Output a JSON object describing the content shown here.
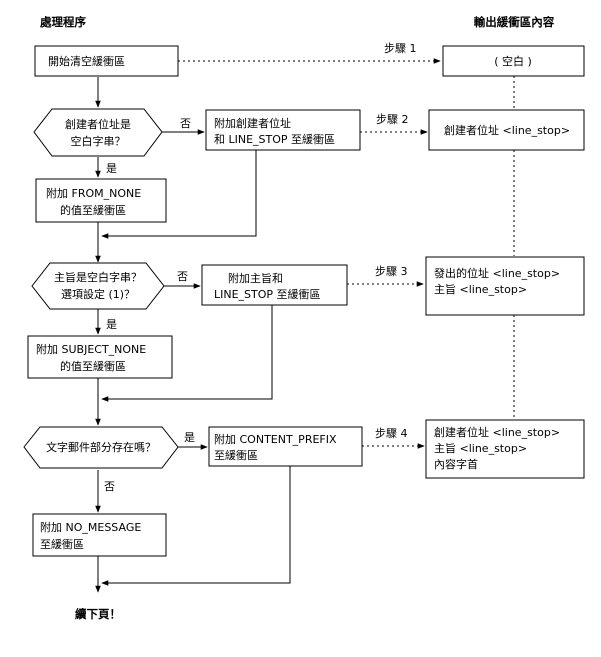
{
  "headers": {
    "procedure": "處理程序",
    "output": "輸出緩衝區內容",
    "continue": "續下頁！"
  },
  "steps": {
    "s1": "開始清空緩衝區",
    "d1": [
      "創建者位址是",
      "空白字串？"
    ],
    "d1_no_action": [
      "附加創建者位址",
      "和 LINE_STOP 至緩衝區"
    ],
    "d1_yes_action": [
      "附加 FROM_NONE",
      "的值至緩衝區"
    ],
    "d2": [
      "主旨是空白字串？",
      "選項設定 (1)？"
    ],
    "d2_no_action": [
      "附加主旨和",
      "LINE_STOP 至緩衝區"
    ],
    "d2_yes_action": [
      "附加 SUBJECT_NONE",
      "的值至緩衝區"
    ],
    "d3": [
      "文字郵件部分存在嗎？"
    ],
    "d3_yes_action": [
      "附加 CONTENT_PREFIX",
      "至緩衝區"
    ],
    "d3_no_action": [
      "附加 NO_MESSAGE",
      "至緩衝區"
    ]
  },
  "labels": {
    "yes": "是",
    "no": "否",
    "step1": "步驟 1",
    "step2": "步驟 2",
    "step3": "步驟 3",
    "step4": "步驟 4"
  },
  "buffer": {
    "b1": [
      "( 空白 )"
    ],
    "b2": [
      "創建者位址 <line_stop>"
    ],
    "b3": [
      "發出的位址 <line_stop>",
      "主旨 <line_stop>"
    ],
    "b4": [
      "創建者位址 <line_stop>",
      "主旨 <line_stop>",
      "內容字首"
    ]
  }
}
